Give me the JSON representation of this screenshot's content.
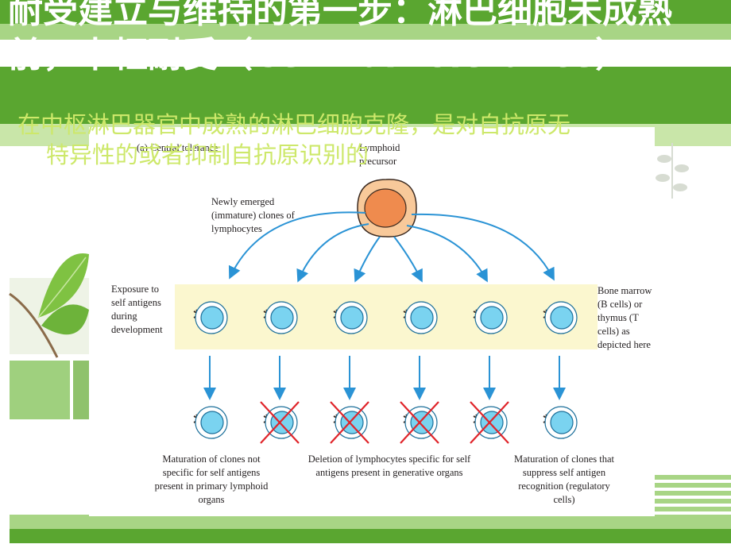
{
  "slide": {
    "title": "耐受建立与维持的第一步：淋巴细胞未成熟前，中枢耐受（Central tolerance）",
    "subtitle_line1": "在中枢淋巴器官中成熟的淋巴细胞克隆，是对自抗原无",
    "subtitle_line2": "特异性的或者抑制自抗原识别的"
  },
  "figure": {
    "panel_label": "(a) Central tolerance",
    "precursor_label": "Lymphoid precursor",
    "newly_emerged_label": "Newly emerged (immature) clones of lymphocytes",
    "exposure_label": "Exposure to self antigens during development",
    "bone_marrow_label": "Bone marrow (B cells) or thymus (T cells) as depicted here",
    "caption_left": "Maturation of clones not specific for self antigens present in primary lymphoid organs",
    "caption_middle": "Deletion of lymphocytes specific for self antigens present in generative organs",
    "caption_right": "Maturation of clones that suppress self antigen recognition (regulatory cells)",
    "clones_total": 6,
    "deleted_clones": [
      2,
      3,
      4,
      5
    ]
  },
  "colors": {
    "green_dark": "#5aa630",
    "green_light": "#a8d585",
    "band": "#fbf7cf",
    "arrow": "#2a93d5",
    "cell_fill": "#7ad3f0",
    "cell_outline": "#1c6f9a",
    "cross": "#e0242a",
    "precursor_outer": "#f8c99a",
    "precursor_inner": "#ef8b4e",
    "subtitle": "#cde86a"
  }
}
